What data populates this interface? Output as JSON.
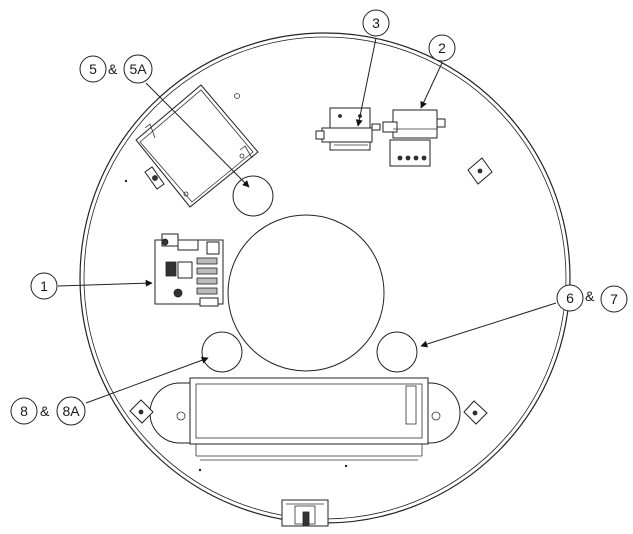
{
  "callouts": [
    {
      "id": "c1",
      "text": "1"
    },
    {
      "id": "c2",
      "text": "2"
    },
    {
      "id": "c3",
      "text": "3"
    },
    {
      "id": "c5",
      "text": "5"
    },
    {
      "id": "c5a",
      "text": "5A"
    },
    {
      "id": "c6",
      "text": "6"
    },
    {
      "id": "c7",
      "text": "7"
    },
    {
      "id": "c8",
      "text": "8"
    },
    {
      "id": "c8a",
      "text": "8A"
    }
  ],
  "ampersand": "&"
}
